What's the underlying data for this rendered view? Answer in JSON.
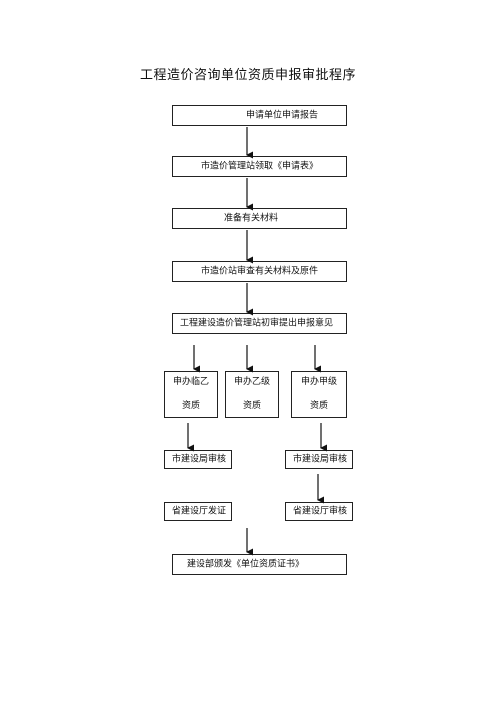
{
  "title": "工程造价咨询单位资质申报审批程序",
  "steps": {
    "s1": "申请单位申请报告",
    "s2": "市造价管理站领取《申请表》",
    "s3": "准备有关材料",
    "s4": "市造价站审查有关材料及原件",
    "s5": "工程建设造价管理站初审提出申报意见"
  },
  "grades": {
    "temp_b": {
      "line1": "申办临乙",
      "line2": "资质"
    },
    "b": {
      "line1": "申办乙级",
      "line2": "资质"
    },
    "a": {
      "line1": "申办甲级",
      "line2": "资质"
    }
  },
  "review": {
    "city_left": "市建设局审核",
    "city_right": "市建设局审核",
    "prov_left": "省建设厅发证",
    "prov_right": "省建设厅审核"
  },
  "final": "建设部颁发《单位资质证书》"
}
